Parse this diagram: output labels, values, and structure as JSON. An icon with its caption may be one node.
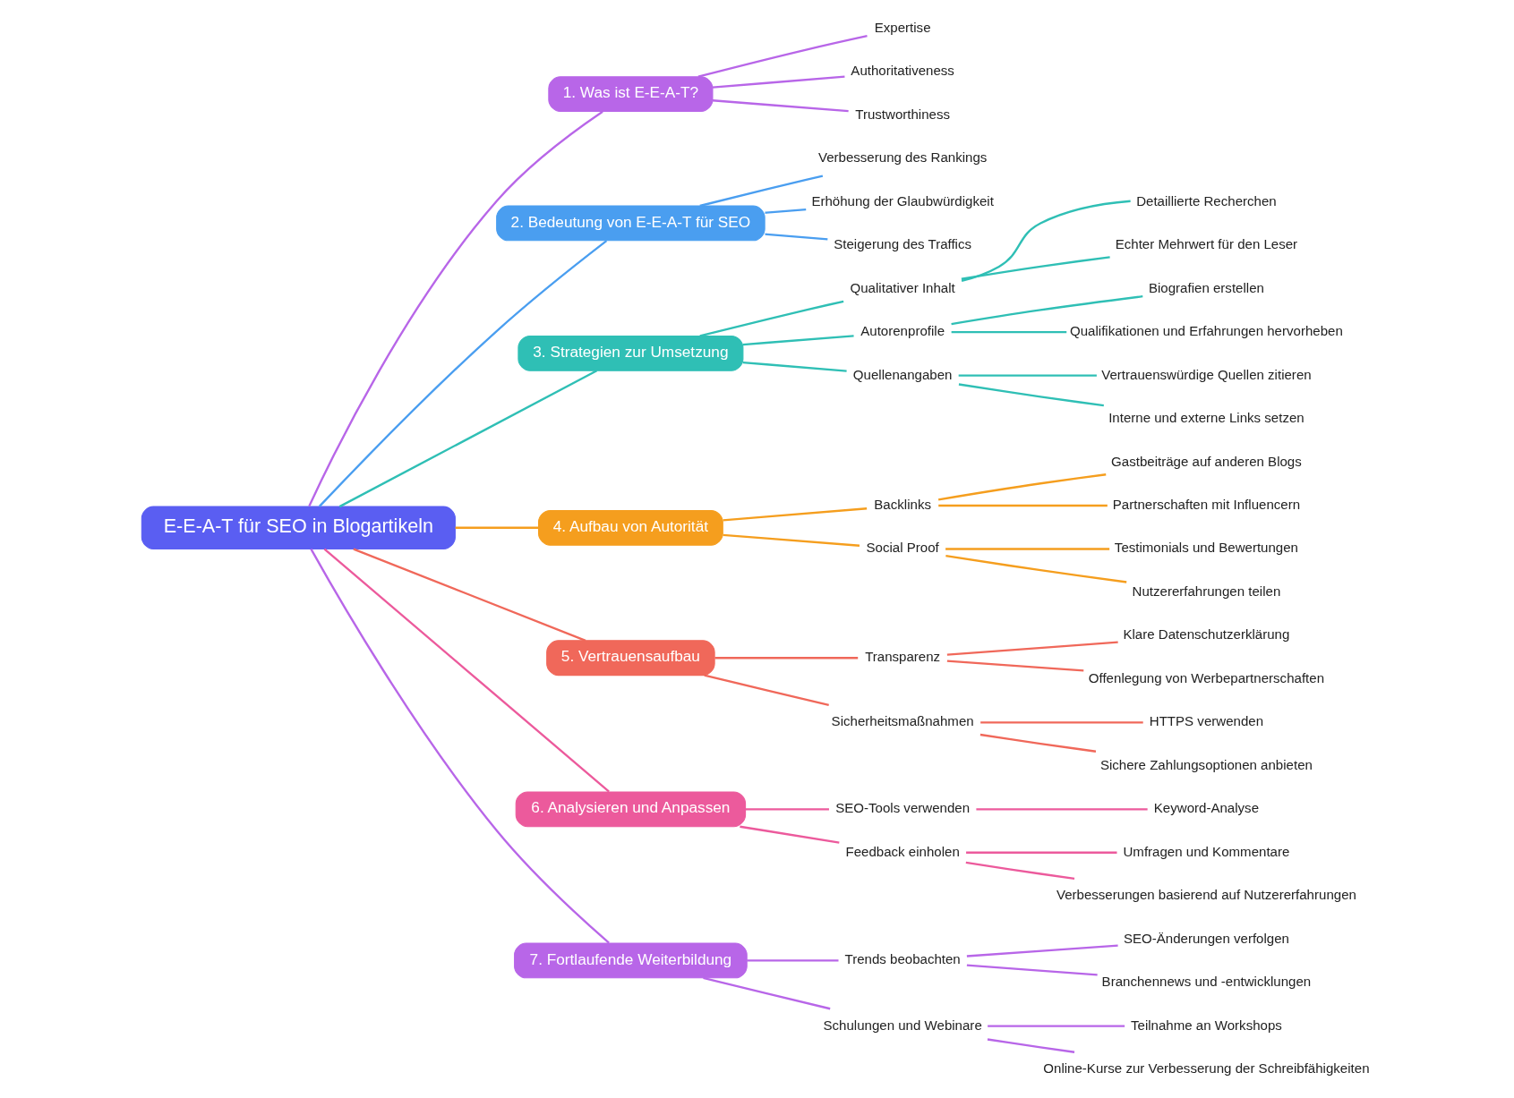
{
  "diagram": {
    "nodes": [
      {
        "text": [
          "E-E-A-T für SEO in Blogartikeln"
        ]
      },
      {
        "text": [
          "1. Was ist E-E-A-T?"
        ]
      },
      {
        "text": [
          "Expertise"
        ]
      },
      {
        "text": [
          "Authoritativeness"
        ]
      },
      {
        "text": [
          "Trustworthiness"
        ]
      },
      {
        "text": [
          "2. Bedeutung von E-E-A-T für SEO"
        ]
      },
      {
        "text": [
          "Verbesserung des Rankings"
        ]
      },
      {
        "text": [
          "Erhöhung der Glaubwürdigkeit"
        ]
      },
      {
        "text": [
          "Steigerung des Traffics"
        ]
      },
      {
        "text": [
          "3. Strategien zur Umsetzung"
        ]
      },
      {
        "text": [
          "Qualitativer Inhalt"
        ]
      },
      {
        "text": [
          "Detaillierte Recherchen"
        ]
      },
      {
        "text": [
          "Echter Mehrwert für den Leser"
        ]
      },
      {
        "text": [
          "Autorenprofile"
        ]
      },
      {
        "text": [
          "Biografien erstellen"
        ]
      },
      {
        "text": [
          "Qualifikationen und Erfahrungen hervorheben"
        ]
      },
      {
        "text": [
          "Quellenangaben"
        ]
      },
      {
        "text": [
          "Vertrauenswürdige Quellen zitieren"
        ]
      },
      {
        "text": [
          "Interne und externe Links setzen"
        ]
      },
      {
        "text": [
          "4. Aufbau von Autorität"
        ]
      },
      {
        "text": [
          "Backlinks"
        ]
      },
      {
        "text": [
          "Gastbeiträge auf anderen Blogs"
        ]
      },
      {
        "text": [
          "Partnerschaften mit Influencern"
        ]
      },
      {
        "text": [
          "Social Proof"
        ]
      },
      {
        "text": [
          "Testimonials und Bewertungen"
        ]
      },
      {
        "text": [
          "Nutzererfahrungen teilen"
        ]
      },
      {
        "text": [
          "5. Vertrauensaufbau"
        ]
      },
      {
        "text": [
          "Transparenz"
        ]
      },
      {
        "text": [
          "Klare Datenschutzerklärung"
        ]
      },
      {
        "text": [
          "Offenlegung von Werbepartnerschaften"
        ]
      },
      {
        "text": [
          "Sicherheitsmaßnahmen"
        ]
      },
      {
        "text": [
          "HTTPS verwenden"
        ]
      },
      {
        "text": [
          "Sichere Zahlungsoptionen anbieten"
        ]
      },
      {
        "text": [
          "6. Analysieren und Anpassen"
        ]
      },
      {
        "text": [
          "SEO-Tools verwenden"
        ]
      },
      {
        "text": [
          "Keyword-Analyse"
        ]
      },
      {
        "text": [
          "Feedback einholen"
        ]
      },
      {
        "text": [
          "Umfragen und Kommentare"
        ]
      },
      {
        "text": [
          "Verbesserungen basierend auf Nutzererfahrungen"
        ]
      },
      {
        "text": [
          "7. Fortlaufende Weiterbildung"
        ]
      },
      {
        "text": [
          "Trends beobachten"
        ]
      },
      {
        "text": [
          "SEO-Änderungen verfolgen"
        ]
      },
      {
        "text": [
          "Branchennews und -entwicklungen"
        ]
      },
      {
        "text": [
          "Schulungen und Webinare"
        ]
      },
      {
        "text": [
          "Teilnahme an Workshops"
        ]
      },
      {
        "text": [
          "Online-Kurse zur Verbesserung der Schreibfähigkeiten"
        ]
      }
    ],
    "edges": [
      {
        "from": 0,
        "to": 1,
        "arrow": "none",
        "color": "#b866e8"
      },
      {
        "from": 1,
        "to": 2,
        "arrow": "none",
        "color": "#b866e8"
      },
      {
        "from": 1,
        "to": 3,
        "arrow": "none",
        "color": "#b866e8"
      },
      {
        "from": 1,
        "to": 4,
        "arrow": "none",
        "color": "#b866e8"
      },
      {
        "from": 0,
        "to": 5,
        "arrow": "none",
        "color": "#4a9ef0"
      },
      {
        "from": 5,
        "to": 6,
        "arrow": "none",
        "color": "#4a9ef0"
      },
      {
        "from": 5,
        "to": 7,
        "arrow": "none",
        "color": "#4a9ef0"
      },
      {
        "from": 5,
        "to": 8,
        "arrow": "none",
        "color": "#4a9ef0"
      },
      {
        "from": 0,
        "to": 9,
        "arrow": "none",
        "color": "#2fbfb5"
      },
      {
        "from": 9,
        "to": 10,
        "arrow": "none",
        "color": "#2fbfb5"
      },
      {
        "from": 10,
        "to": 11,
        "arrow": "none",
        "color": "#2fbfb5"
      },
      {
        "from": 10,
        "to": 12,
        "arrow": "none",
        "color": "#2fbfb5"
      },
      {
        "from": 9,
        "to": 13,
        "arrow": "none",
        "color": "#2fbfb5"
      },
      {
        "from": 13,
        "to": 14,
        "arrow": "none",
        "color": "#2fbfb5"
      },
      {
        "from": 13,
        "to": 15,
        "arrow": "none",
        "color": "#2fbfb5"
      },
      {
        "from": 9,
        "to": 16,
        "arrow": "none",
        "color": "#2fbfb5"
      },
      {
        "from": 16,
        "to": 17,
        "arrow": "none",
        "color": "#2fbfb5"
      },
      {
        "from": 16,
        "to": 18,
        "arrow": "none",
        "color": "#2fbfb5"
      },
      {
        "from": 0,
        "to": 19,
        "arrow": "none",
        "color": "#f59e1e"
      },
      {
        "from": 19,
        "to": 20,
        "arrow": "none",
        "color": "#f59e1e"
      },
      {
        "from": 20,
        "to": 21,
        "arrow": "none",
        "color": "#f59e1e"
      },
      {
        "from": 20,
        "to": 22,
        "arrow": "none",
        "color": "#f59e1e"
      },
      {
        "from": 19,
        "to": 23,
        "arrow": "none",
        "color": "#f59e1e"
      },
      {
        "from": 23,
        "to": 24,
        "arrow": "none",
        "color": "#f59e1e"
      },
      {
        "from": 23,
        "to": 25,
        "arrow": "none",
        "color": "#f59e1e"
      },
      {
        "from": 0,
        "to": 26,
        "arrow": "none",
        "color": "#f0685a"
      },
      {
        "from": 26,
        "to": 27,
        "arrow": "none",
        "color": "#f0685a"
      },
      {
        "from": 27,
        "to": 28,
        "arrow": "none",
        "color": "#f0685a"
      },
      {
        "from": 27,
        "to": 29,
        "arrow": "none",
        "color": "#f0685a"
      },
      {
        "from": 26,
        "to": 30,
        "arrow": "none",
        "color": "#f0685a"
      },
      {
        "from": 30,
        "to": 31,
        "arrow": "none",
        "color": "#f0685a"
      },
      {
        "from": 30,
        "to": 32,
        "arrow": "none",
        "color": "#f0685a"
      },
      {
        "from": 0,
        "to": 33,
        "arrow": "none",
        "color": "#ec5a9c"
      },
      {
        "from": 33,
        "to": 34,
        "arrow": "none",
        "color": "#ec5a9c"
      },
      {
        "from": 34,
        "to": 35,
        "arrow": "none",
        "color": "#ec5a9c"
      },
      {
        "from": 33,
        "to": 36,
        "arrow": "none",
        "color": "#ec5a9c"
      },
      {
        "from": 36,
        "to": 37,
        "arrow": "none",
        "color": "#ec5a9c"
      },
      {
        "from": 36,
        "to": 38,
        "arrow": "none",
        "color": "#ec5a9c"
      },
      {
        "from": 0,
        "to": 39,
        "arrow": "none",
        "color": "#b866e8"
      },
      {
        "from": 39,
        "to": 40,
        "arrow": "none",
        "color": "#b866e8"
      },
      {
        "from": 40,
        "to": 41,
        "arrow": "none",
        "color": "#b866e8"
      },
      {
        "from": 40,
        "to": 42,
        "arrow": "none",
        "color": "#b866e8"
      },
      {
        "from": 39,
        "to": 43,
        "arrow": "none",
        "color": "#b866e8"
      },
      {
        "from": 43,
        "to": 44,
        "arrow": "none",
        "color": "#b866e8"
      },
      {
        "from": 43,
        "to": 45,
        "arrow": "none",
        "color": "#b866e8"
      }
    ]
  }
}
